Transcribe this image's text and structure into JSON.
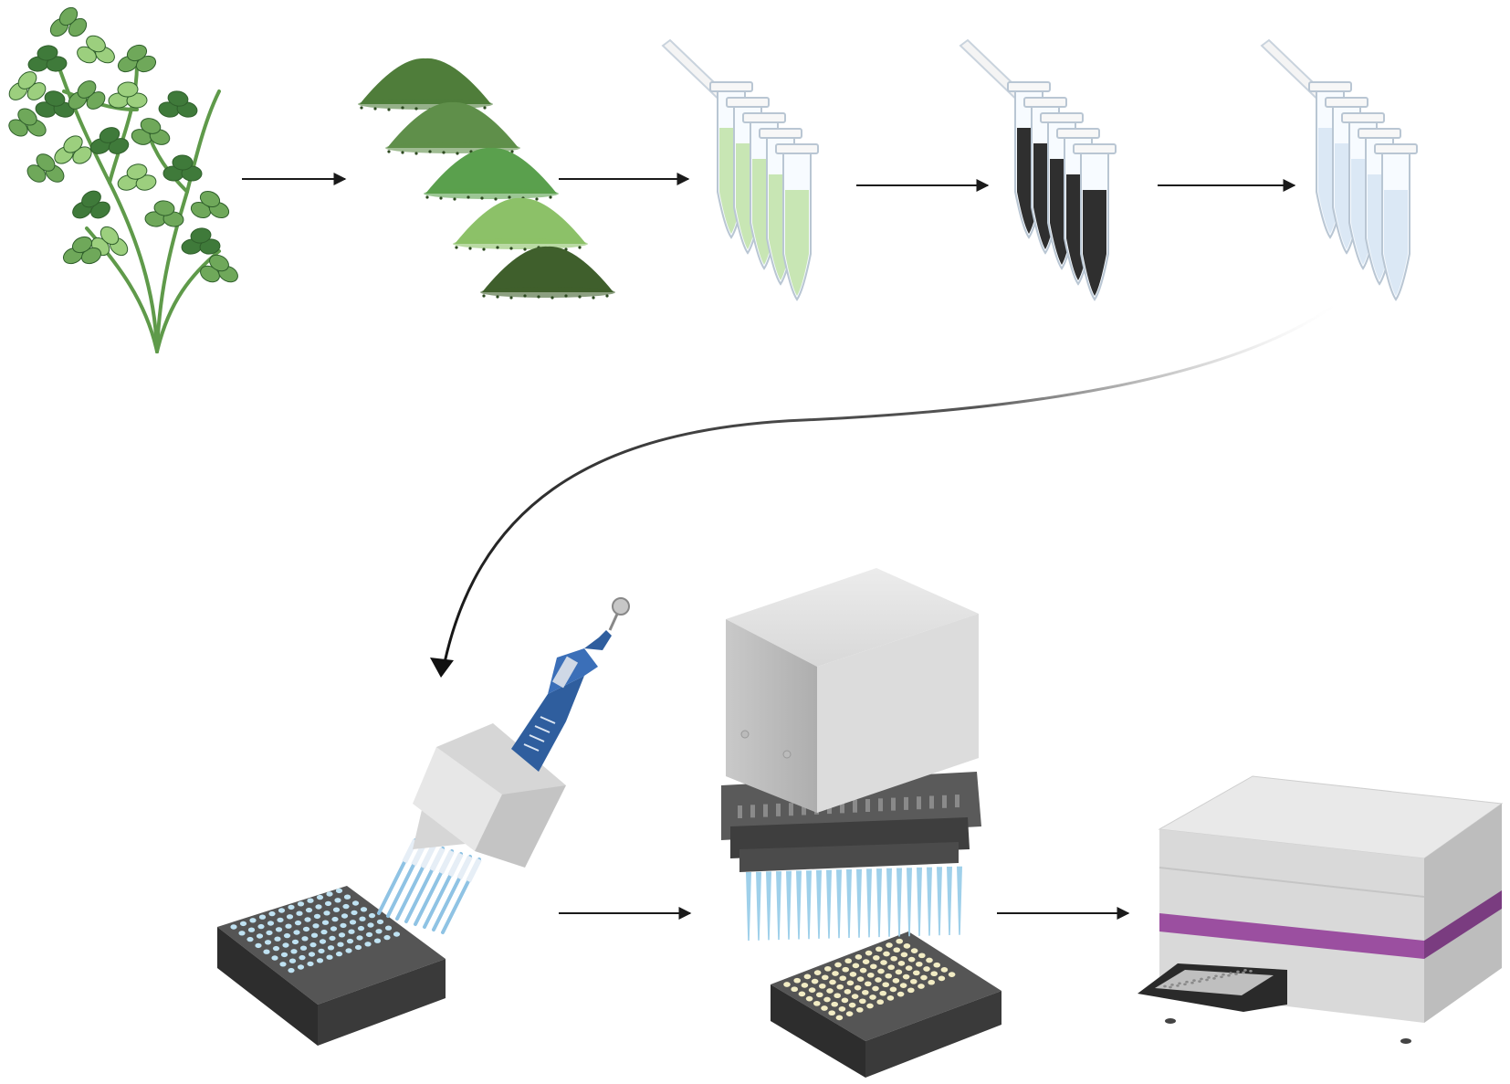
{
  "diagram": {
    "steps": [
      {
        "name": "plant",
        "icon": "plant-icon"
      },
      {
        "name": "ground-powder",
        "icon": "powder-piles-icon"
      },
      {
        "name": "green-extract-tubes",
        "icon": "tube-rack-icon"
      },
      {
        "name": "dark-extract-tubes",
        "icon": "tube-rack-icon"
      },
      {
        "name": "clear-supernatant-tubes",
        "icon": "tube-rack-icon"
      },
      {
        "name": "multichannel-pipetting",
        "icon": "multichannel-pipette-icon"
      },
      {
        "name": "robotic-liquid-handler",
        "icon": "liquid-handler-icon"
      },
      {
        "name": "plate-reader",
        "icon": "plate-reader-icon"
      }
    ],
    "colors": {
      "arrow": "#1a1a1a",
      "leaf_dark": "#3f7a3a",
      "leaf_mid": "#6fa85a",
      "leaf_light": "#9ccf7e",
      "powder_1": "#4f7d3a",
      "powder_2": "#5f8f4a",
      "powder_3": "#5aa04d",
      "powder_4": "#8cc168",
      "powder_5": "#3f5f2c",
      "tube_green": "#c8e6b4",
      "tube_dark": "#2f2f2f",
      "tube_clear": "#dbe8f5",
      "pipette_blue": "#2f5e9e",
      "plate_dark": "#3d3d3d",
      "well_blue": "#bfe2f2",
      "well_yellow": "#f2ecc4",
      "reader_stripe": "#9b4fa0"
    }
  }
}
